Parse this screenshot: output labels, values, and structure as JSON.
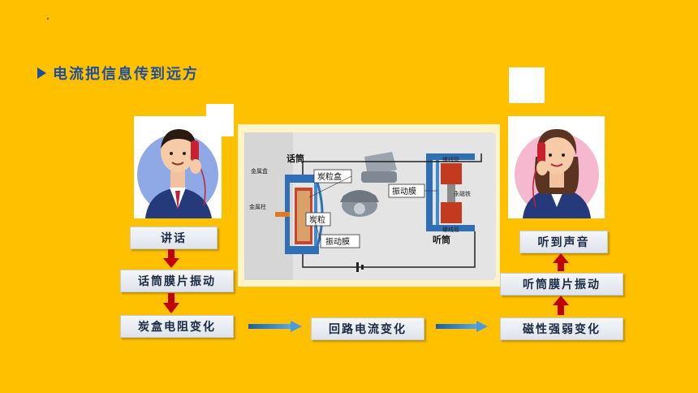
{
  "heading": {
    "text": "电流把信息传到远方",
    "color": "#1F4E9A"
  },
  "left_chain": {
    "box1": "讲话",
    "box2": "话筒膜片振动",
    "box3": "炭盒电阻变化"
  },
  "middle": {
    "box": "回路电流变化"
  },
  "right_chain": {
    "box1": "听到声音",
    "box2": "听筒膜片振动",
    "box3": "磁性强弱变化"
  },
  "diagram_labels": {
    "mic": "话筒",
    "metal_box": "金属盒",
    "carbon_box": "炭粒盒",
    "metal_post": "金属柱",
    "carbon": "炭粒",
    "diaphragm_mic": "振动膜",
    "diaphragm_ear": "振动膜",
    "coil_top": "螺线管",
    "magnet": "永磁铁",
    "coil_bottom": "螺线管",
    "earpiece": "听筒"
  },
  "colors": {
    "background": "#FFC000",
    "down_arrow": "#C00000",
    "right_arrow": "#2E75B6"
  }
}
